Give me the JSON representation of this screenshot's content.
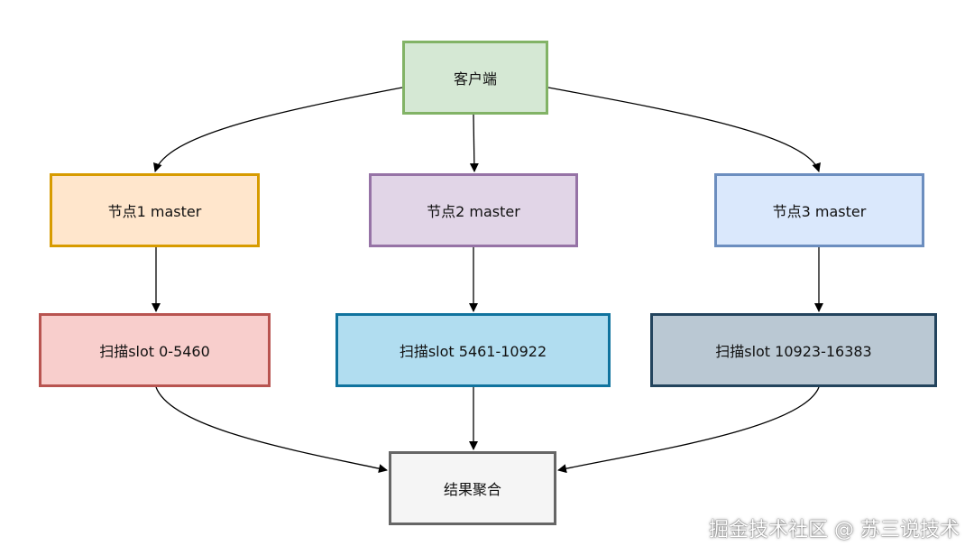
{
  "nodes": {
    "client": "客户端",
    "node1": "节点1 master",
    "node2": "节点2 master",
    "node3": "节点3 master",
    "scan1": "扫描slot 0-5460",
    "scan2": "扫描slot 5461-10922",
    "scan3": "扫描slot 10923-16383",
    "merge": "结果聚合"
  },
  "colors": {
    "client": {
      "fill": "#d5e8d4",
      "stroke": "#82b366"
    },
    "node1": {
      "fill": "#ffe6cc",
      "stroke": "#d79b00"
    },
    "node2": {
      "fill": "#e1d5e7",
      "stroke": "#9673a6"
    },
    "node3": {
      "fill": "#dae8fc",
      "stroke": "#6c8ebf"
    },
    "scan1": {
      "fill": "#f8cecc",
      "stroke": "#b85450"
    },
    "scan2": {
      "fill": "#b1ddf0",
      "stroke": "#10739e"
    },
    "scan3": {
      "fill": "#bac8d3",
      "stroke": "#23445d"
    },
    "merge": {
      "fill": "#f5f5f5",
      "stroke": "#666666"
    },
    "edge": "#000000"
  },
  "edges": [
    {
      "from": "client",
      "to": "node1"
    },
    {
      "from": "client",
      "to": "node2"
    },
    {
      "from": "client",
      "to": "node3"
    },
    {
      "from": "node1",
      "to": "scan1"
    },
    {
      "from": "node2",
      "to": "scan2"
    },
    {
      "from": "node3",
      "to": "scan3"
    },
    {
      "from": "scan1",
      "to": "merge"
    },
    {
      "from": "scan2",
      "to": "merge"
    },
    {
      "from": "scan3",
      "to": "merge"
    }
  ],
  "watermark": "掘金技术社区 @ 苏三说技术"
}
